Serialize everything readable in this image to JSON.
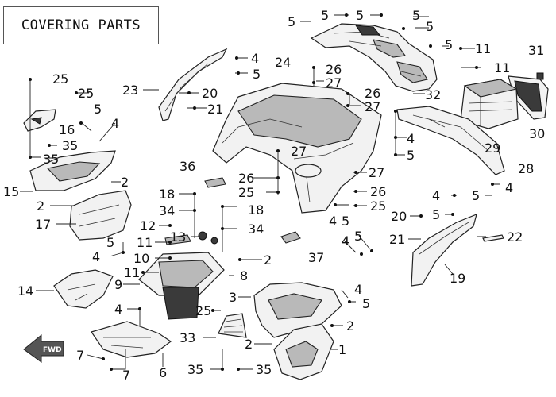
{
  "title": "COVERING PARTS",
  "forward_label": "FWD",
  "callouts": [
    {
      "id": "c1",
      "text": "5"
    },
    {
      "id": "c2",
      "text": "5"
    },
    {
      "id": "c3",
      "text": "5"
    },
    {
      "id": "c4",
      "text": "5"
    },
    {
      "id": "c5",
      "text": "5"
    },
    {
      "id": "c6",
      "text": "5"
    },
    {
      "id": "c7",
      "text": "11"
    },
    {
      "id": "c8",
      "text": "31"
    },
    {
      "id": "c9",
      "text": "11"
    },
    {
      "id": "c10",
      "text": "25"
    },
    {
      "id": "c11",
      "text": "25"
    },
    {
      "id": "c12",
      "text": "23"
    },
    {
      "id": "c13",
      "text": "20"
    },
    {
      "id": "c14",
      "text": "21"
    },
    {
      "id": "c15",
      "text": "4"
    },
    {
      "id": "c16",
      "text": "5"
    },
    {
      "id": "c17",
      "text": "24"
    },
    {
      "id": "c18",
      "text": "26"
    },
    {
      "id": "c19",
      "text": "27"
    },
    {
      "id": "c20",
      "text": "26"
    },
    {
      "id": "c21",
      "text": "27"
    },
    {
      "id": "c22",
      "text": "32"
    },
    {
      "id": "c23",
      "text": "30"
    },
    {
      "id": "c24",
      "text": "29"
    },
    {
      "id": "c25",
      "text": "28"
    },
    {
      "id": "c26",
      "text": "5"
    },
    {
      "id": "c27",
      "text": "4"
    },
    {
      "id": "c28",
      "text": "16"
    },
    {
      "id": "c29",
      "text": "35"
    },
    {
      "id": "c30",
      "text": "35"
    },
    {
      "id": "c31",
      "text": "27"
    },
    {
      "id": "c32",
      "text": "4"
    },
    {
      "id": "c33",
      "text": "5"
    },
    {
      "id": "c34",
      "text": "15"
    },
    {
      "id": "c35",
      "text": "2"
    },
    {
      "id": "c36",
      "text": "2"
    },
    {
      "id": "c37",
      "text": "17"
    },
    {
      "id": "c38",
      "text": "36"
    },
    {
      "id": "c39",
      "text": "26"
    },
    {
      "id": "c40",
      "text": "25"
    },
    {
      "id": "c41",
      "text": "27"
    },
    {
      "id": "c42",
      "text": "26"
    },
    {
      "id": "c43",
      "text": "25"
    },
    {
      "id": "c44",
      "text": "4"
    },
    {
      "id": "c45",
      "text": "5"
    },
    {
      "id": "c46",
      "text": "4"
    },
    {
      "id": "c47",
      "text": "4"
    },
    {
      "id": "c48",
      "text": "5"
    },
    {
      "id": "c49",
      "text": "18"
    },
    {
      "id": "c50",
      "text": "34"
    },
    {
      "id": "c51",
      "text": "18"
    },
    {
      "id": "c52",
      "text": "34"
    },
    {
      "id": "c53",
      "text": "12"
    },
    {
      "id": "c54",
      "text": "13"
    },
    {
      "id": "c55",
      "text": "11"
    },
    {
      "id": "c56",
      "text": "10"
    },
    {
      "id": "c57",
      "text": "11"
    },
    {
      "id": "c58",
      "text": "5"
    },
    {
      "id": "c59",
      "text": "4"
    },
    {
      "id": "c60",
      "text": "20"
    },
    {
      "id": "c61",
      "text": "5"
    },
    {
      "id": "c62",
      "text": "21"
    },
    {
      "id": "c63",
      "text": "22"
    },
    {
      "id": "c64",
      "text": "19"
    },
    {
      "id": "c65",
      "text": "4"
    },
    {
      "id": "c66",
      "text": "5"
    },
    {
      "id": "c67",
      "text": "37"
    },
    {
      "id": "c68",
      "text": "2"
    },
    {
      "id": "c69",
      "text": "14"
    },
    {
      "id": "c70",
      "text": "9"
    },
    {
      "id": "c71",
      "text": "8"
    },
    {
      "id": "c72",
      "text": "3"
    },
    {
      "id": "c73",
      "text": "4"
    },
    {
      "id": "c74",
      "text": "5"
    },
    {
      "id": "c75",
      "text": "4"
    },
    {
      "id": "c76",
      "text": "25"
    },
    {
      "id": "c77",
      "text": "2"
    },
    {
      "id": "c78",
      "text": "33"
    },
    {
      "id": "c79",
      "text": "2"
    },
    {
      "id": "c80",
      "text": "1"
    },
    {
      "id": "c81",
      "text": "7"
    },
    {
      "id": "c82",
      "text": "7"
    },
    {
      "id": "c83",
      "text": "6"
    },
    {
      "id": "c84",
      "text": "35"
    },
    {
      "id": "c85",
      "text": "35"
    }
  ]
}
